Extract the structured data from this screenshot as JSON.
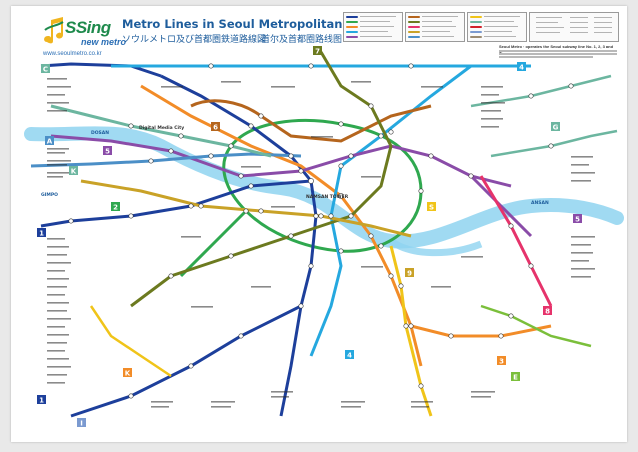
{
  "header": {
    "brand": "SSing",
    "brand_sub": "new metro",
    "url": "www.seoulmetro.co.kr",
    "title_en": "Metro Lines in Seoul Metropolitan Area",
    "title_jp": "ソウルメトロ及び首都圏鉄道路線図",
    "title_cn": "首尔及首都圈路线图"
  },
  "notice": {
    "heading": "Seoul Metro · operates the Seoul subway line No. 1, 2, 3 and 4."
  },
  "line_badges": {
    "l1": "1",
    "l2": "2",
    "l3": "3",
    "l4": "4",
    "l5": "5",
    "l6": "6",
    "l7": "7",
    "l8": "8",
    "l9": "9",
    "A": "A",
    "K": "K",
    "G": "G",
    "S": "S",
    "I": "I",
    "E": "E",
    "C": "C"
  },
  "station_labels": {
    "ansan": "ANSAN",
    "dosan": "DOSAN",
    "gimpo": "GIMPO",
    "digital": "Digital Media City",
    "namsan": "NAMSAN TOWER"
  },
  "colors": {
    "line1": "#1d3f9b",
    "line2": "#2fa84f",
    "line3": "#f28c28",
    "line4": "#25a8df",
    "line5": "#8a4ca8",
    "line6": "#b5651d",
    "line7": "#6c7a1f",
    "line8": "#e6336b",
    "line9": "#c9a227",
    "airport": "#4b8fc7",
    "gyeongui": "#6cb6a0",
    "bundang": "#f0c419",
    "river": "#8fd3f0",
    "title": "#1e5d9c",
    "brand": "#1e8a4c"
  },
  "icons": [
    "music-note-logo-icon"
  ]
}
